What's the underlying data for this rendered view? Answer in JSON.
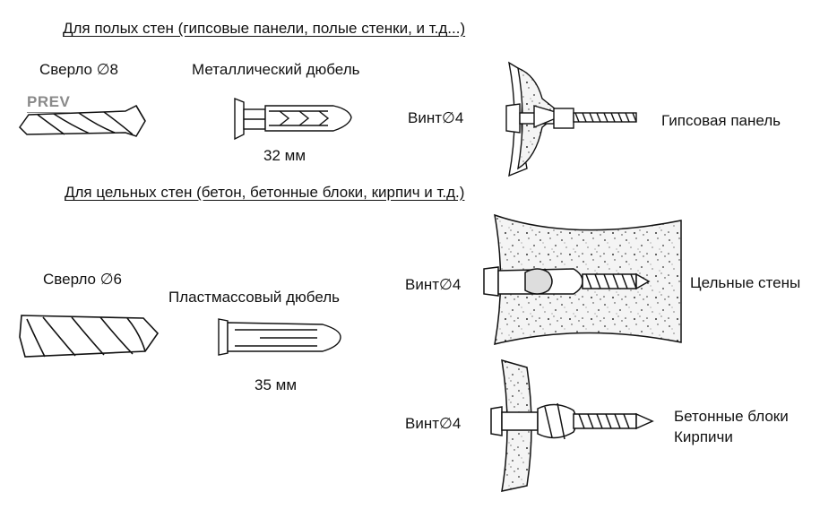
{
  "nav": {
    "prev_label": "PREV"
  },
  "hollow": {
    "heading": "Для полых стен (гипсовые панели, полые стенки, и т.д...)",
    "drill_label": "Сверло ∅8",
    "anchor_label": "Металлический дюбель",
    "length_label": "32 мм",
    "screw_label": "Винт∅4",
    "wall_label": "Гипсовая панель"
  },
  "solid": {
    "heading": "Для цельных стен (бетон, бетонные блоки, кирпич и т.д.)",
    "drill_label": "Сверло ∅6",
    "anchor_label": "Пластмассовый дюбель",
    "length_label": "35 мм",
    "screw_label_1": "Винт∅4",
    "wall_label_1": "Цельные стены",
    "screw_label_2": "Винт∅4",
    "wall_label_2_line1": "Бетонные блоки",
    "wall_label_2_line2": "Кирпичи"
  }
}
